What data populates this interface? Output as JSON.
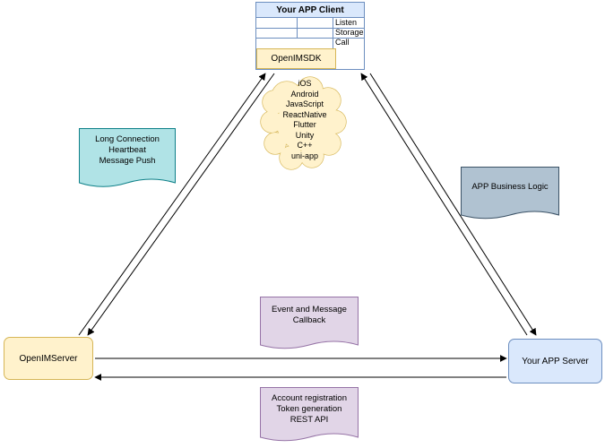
{
  "client": {
    "title": "Your APP Client",
    "rows": [
      "Listen",
      "Storage",
      "Call"
    ],
    "sdk_label": "OpenIMSDK"
  },
  "cloud": {
    "platforms": [
      "iOS",
      "Android",
      "JavaScript",
      "ReactNative",
      "Flutter",
      "Unity",
      "C++",
      "uni-app"
    ]
  },
  "notes": {
    "long_connection": {
      "lines": [
        "Long Connection",
        "Heartbeat",
        "Message Push"
      ]
    },
    "app_business_logic": {
      "lines": [
        "APP Business Logic"
      ]
    },
    "event_callback": {
      "lines": [
        "Event and Message",
        "Callback"
      ]
    },
    "account": {
      "lines": [
        "Account registration",
        "Token generation",
        "REST API"
      ]
    }
  },
  "servers": {
    "openim": "OpenIMServer",
    "app": "Your APP Server"
  },
  "colors": {
    "blue_fill": "#dae8fc",
    "blue_stroke": "#6c8ebf",
    "yellow_fill": "#fff2cc",
    "yellow_stroke": "#d6b656",
    "teal_fill": "#b0e3e6",
    "teal_stroke": "#0e8088",
    "gray_fill": "#b0c2d1",
    "gray_stroke": "#3b5266",
    "purple_fill": "#e1d5e7",
    "purple_stroke": "#9673a6",
    "line": "#000000"
  }
}
